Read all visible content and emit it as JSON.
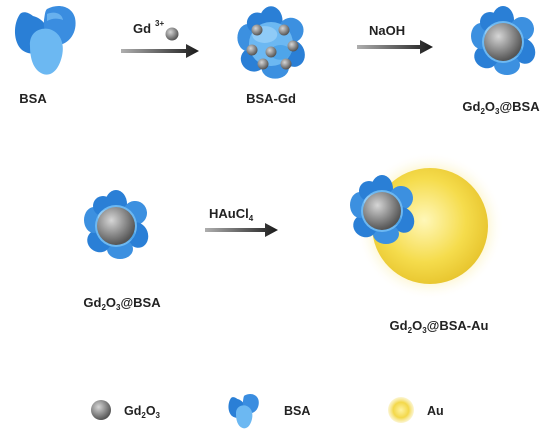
{
  "reagents": {
    "gd_ion": {
      "base": "Gd",
      "charge": "3+"
    },
    "naoh": "NaOH",
    "haucl4": {
      "pre": "HAuCl",
      "sub": "4"
    }
  },
  "products": {
    "bsa": "BSA",
    "bsa_gd": "BSA-Gd",
    "gd2o3_bsa_top": {
      "a": "Gd",
      "s1": "2",
      "b": "O",
      "s2": "3",
      "c": "@BSA"
    },
    "gd2o3_bsa_mid": {
      "a": "Gd",
      "s1": "2",
      "b": "O",
      "s2": "3",
      "c": "@BSA"
    },
    "gd2o3_bsa_au": {
      "a": "Gd",
      "s1": "2",
      "b": "O",
      "s2": "3",
      "c": "@BSA-Au"
    }
  },
  "legend": {
    "gd2o3": {
      "a": "Gd",
      "s1": "2",
      "b": "O",
      "s2": "3"
    },
    "bsa": "BSA",
    "au": "Au"
  },
  "colors": {
    "protein_dark": "#2a7fd6",
    "protein_light": "#6cb8f2",
    "sphere_gray": "#8a8a8a",
    "gold": "#f3d84a",
    "arrow": "#1a1a1a"
  }
}
